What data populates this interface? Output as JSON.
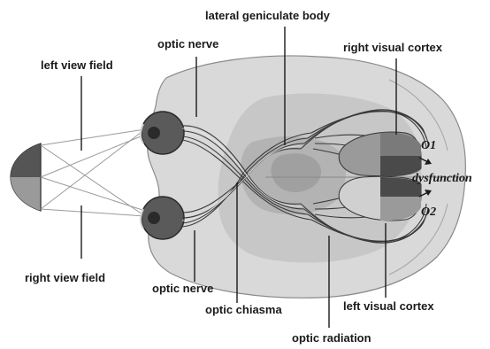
{
  "labels": {
    "lateral_geniculate_body": "lateral geniculate body",
    "optic_nerve_top": "optic nerve",
    "left_view_field": "left view field",
    "right_visual_cortex": "right visual cortex",
    "o1": "O1",
    "dysfunction": "dysfunction",
    "o2": "O2",
    "right_view_field": "right view field",
    "optic_nerve_bottom": "optic nerve",
    "optic_chiasma": "optic chiasma",
    "left_visual_cortex": "left visual cortex",
    "optic_radiation": "optic radiation"
  },
  "colors": {
    "brain_outer": "#d9d9d9",
    "brain_inner": "#bdbdbd",
    "brain_core": "#a8a8a8",
    "eye": "#555555",
    "cortex_light": "#9a9a9a",
    "cortex_dark": "#4a4a4a",
    "text": "#1a1a1a"
  }
}
